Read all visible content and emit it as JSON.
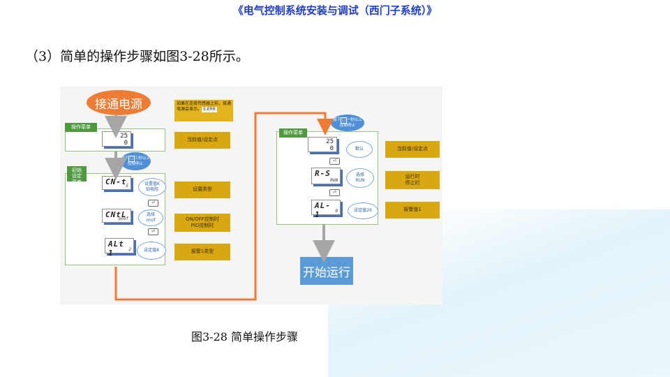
{
  "page_title": "《电气控制系统安装与调试（西门子系统）》",
  "heading": "（3）简单的操作步骤如图3-28所示。",
  "caption": "图3-28  简单操作步骤",
  "colors": {
    "title_blue": "#1f3ec4",
    "start_orange": "#ee7c35",
    "flow_orange": "#ee7c35",
    "group_border": "#94c57c",
    "tag_green": "#4f9a3f",
    "note_gold": "#d9a70f",
    "run_blue": "#5b9bd5",
    "arrow_gray": "#a6a6a6"
  },
  "diagram": {
    "start_label": "接通电源",
    "run_label": "开始运行",
    "top_note": {
      "text": "如果在连接传感器之前，接通电源会显示。",
      "tag": "S.ERR"
    },
    "left": {
      "operation_menu_label": "操作菜单",
      "initial_menu_label": "初始设定菜单",
      "display_main": {
        "top": "25",
        "bottom": "0"
      },
      "hold_bubble": {
        "line1": "按下",
        "key": "□",
        "line2": "三秒以上",
        "line3": "控制停止"
      },
      "displays": [
        {
          "seg": "CN-t",
          "sub": "5",
          "cloud": "设置值K\n铂电阻"
        },
        {
          "seg": "CNtL",
          "sub": "onof",
          "cloud": "选择\nonof"
        },
        {
          "seg": "ALt 1",
          "sub": "2",
          "cloud": "设定值8"
        }
      ],
      "key_glyph": "⏎",
      "notes": [
        "当前值/设定点",
        "设置类型",
        "ON/OFF控制时\nPID控制时",
        "报警1类型"
      ]
    },
    "right": {
      "operation_menu_label": "操作菜单",
      "hold_bubble": {
        "line1": "按下",
        "key": "□",
        "line2": "一秒以上",
        "line3": "控制停止"
      },
      "display_main": {
        "top": "25",
        "bottom": "0",
        "cloud": "默认"
      },
      "displays": [
        {
          "seg": "R-S",
          "sub": "RUN",
          "cloud": "选择\nRUN"
        },
        {
          "seg": "AL- 1",
          "sub": "0",
          "cloud": "设定值26"
        }
      ],
      "key_glyph": "⏎",
      "notes": [
        "当前值/设定点",
        "运行时\n停止时",
        "报警值1"
      ]
    }
  }
}
